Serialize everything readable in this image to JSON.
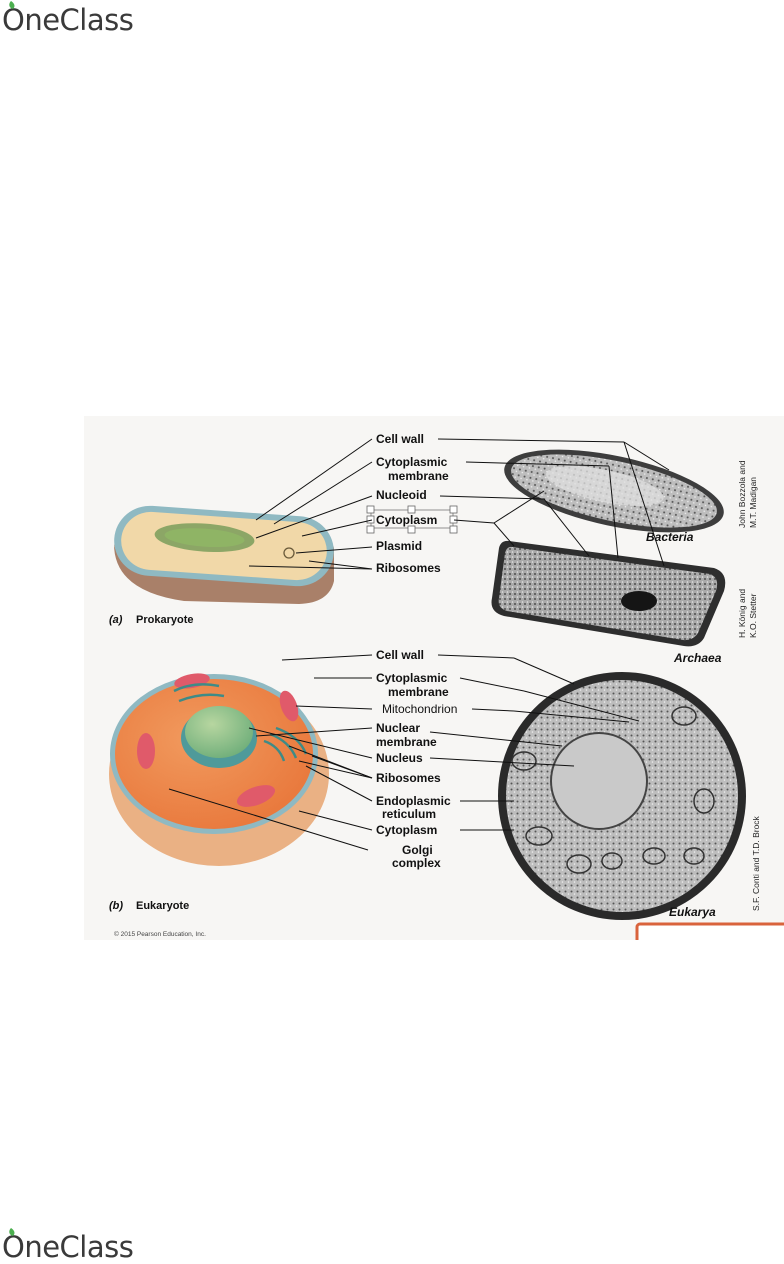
{
  "brand": {
    "name": "OneClass",
    "accent": "#4caf50"
  },
  "figure": {
    "prokaryote": {
      "panel_letter": "(a)",
      "title": "Prokaryote",
      "labels": {
        "cell_wall": "Cell wall",
        "cytoplasmic_1": "Cytoplasmic",
        "cytoplasmic_2": "membrane",
        "nucleoid": "Nucleoid",
        "cytoplasm": "Cytoplasm",
        "plasmid": "Plasmid",
        "ribosomes": "Ribosomes"
      },
      "micrographs": {
        "bacteria": "Bacteria",
        "archaea": "Archaea"
      },
      "credits": {
        "bacteria_1": "John Bozzola and",
        "bacteria_2": "M.T. Madigan",
        "archaea_1": "H. König and",
        "archaea_2": "K.O. Stetter"
      }
    },
    "eukaryote": {
      "panel_letter": "(b)",
      "title": "Eukaryote",
      "labels": {
        "cell_wall": "Cell wall",
        "cytoplasmic_1": "Cytoplasmic",
        "cytoplasmic_2": "membrane",
        "mitochondrion": "Mitochondrion",
        "nuclear_1": "Nuclear",
        "nuclear_2": "membrane",
        "nucleus": "Nucleus",
        "ribosomes": "Ribosomes",
        "er_1": "Endoplasmic",
        "er_2": "reticulum",
        "cytoplasm": "Cytoplasm",
        "golgi_1": "Golgi",
        "golgi_2": "complex"
      },
      "micrograph": "Eukarya",
      "credit": "S.F. Conti and T.D. Brock"
    },
    "copyright": "© 2015 Pearson Education, Inc."
  }
}
